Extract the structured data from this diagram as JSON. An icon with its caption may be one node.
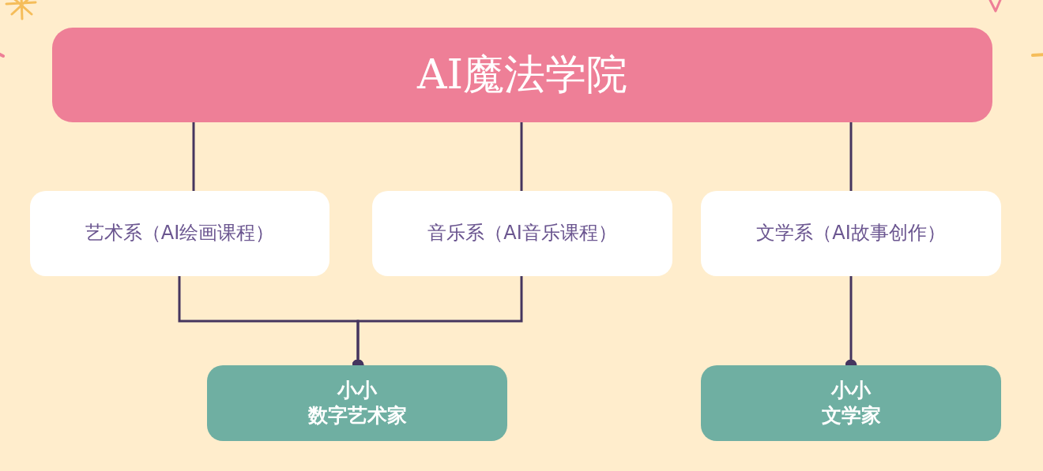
{
  "diagram": {
    "nodes": [
      {
        "text": [
          "AI魔法学院"
        ]
      },
      {
        "text": [
          "艺术系（AI绘画课程）"
        ]
      },
      {
        "text": [
          "音乐系（AI音乐课程）"
        ]
      },
      {
        "text": [
          "文学系（AI故事创作）"
        ]
      },
      {
        "text": [
          "小小数字艺术家"
        ]
      },
      {
        "text": [
          "小小文学家"
        ]
      }
    ],
    "edges": [
      {
        "from": 0,
        "to": 1,
        "arrow": "none"
      },
      {
        "from": 0,
        "to": 2,
        "arrow": "none"
      },
      {
        "from": 0,
        "to": 3,
        "arrow": "none"
      },
      {
        "from": 1,
        "to": 4,
        "arrow": "other"
      },
      {
        "from": 2,
        "to": 4,
        "arrow": "other"
      },
      {
        "from": 3,
        "to": 5,
        "arrow": "other"
      }
    ]
  }
}
